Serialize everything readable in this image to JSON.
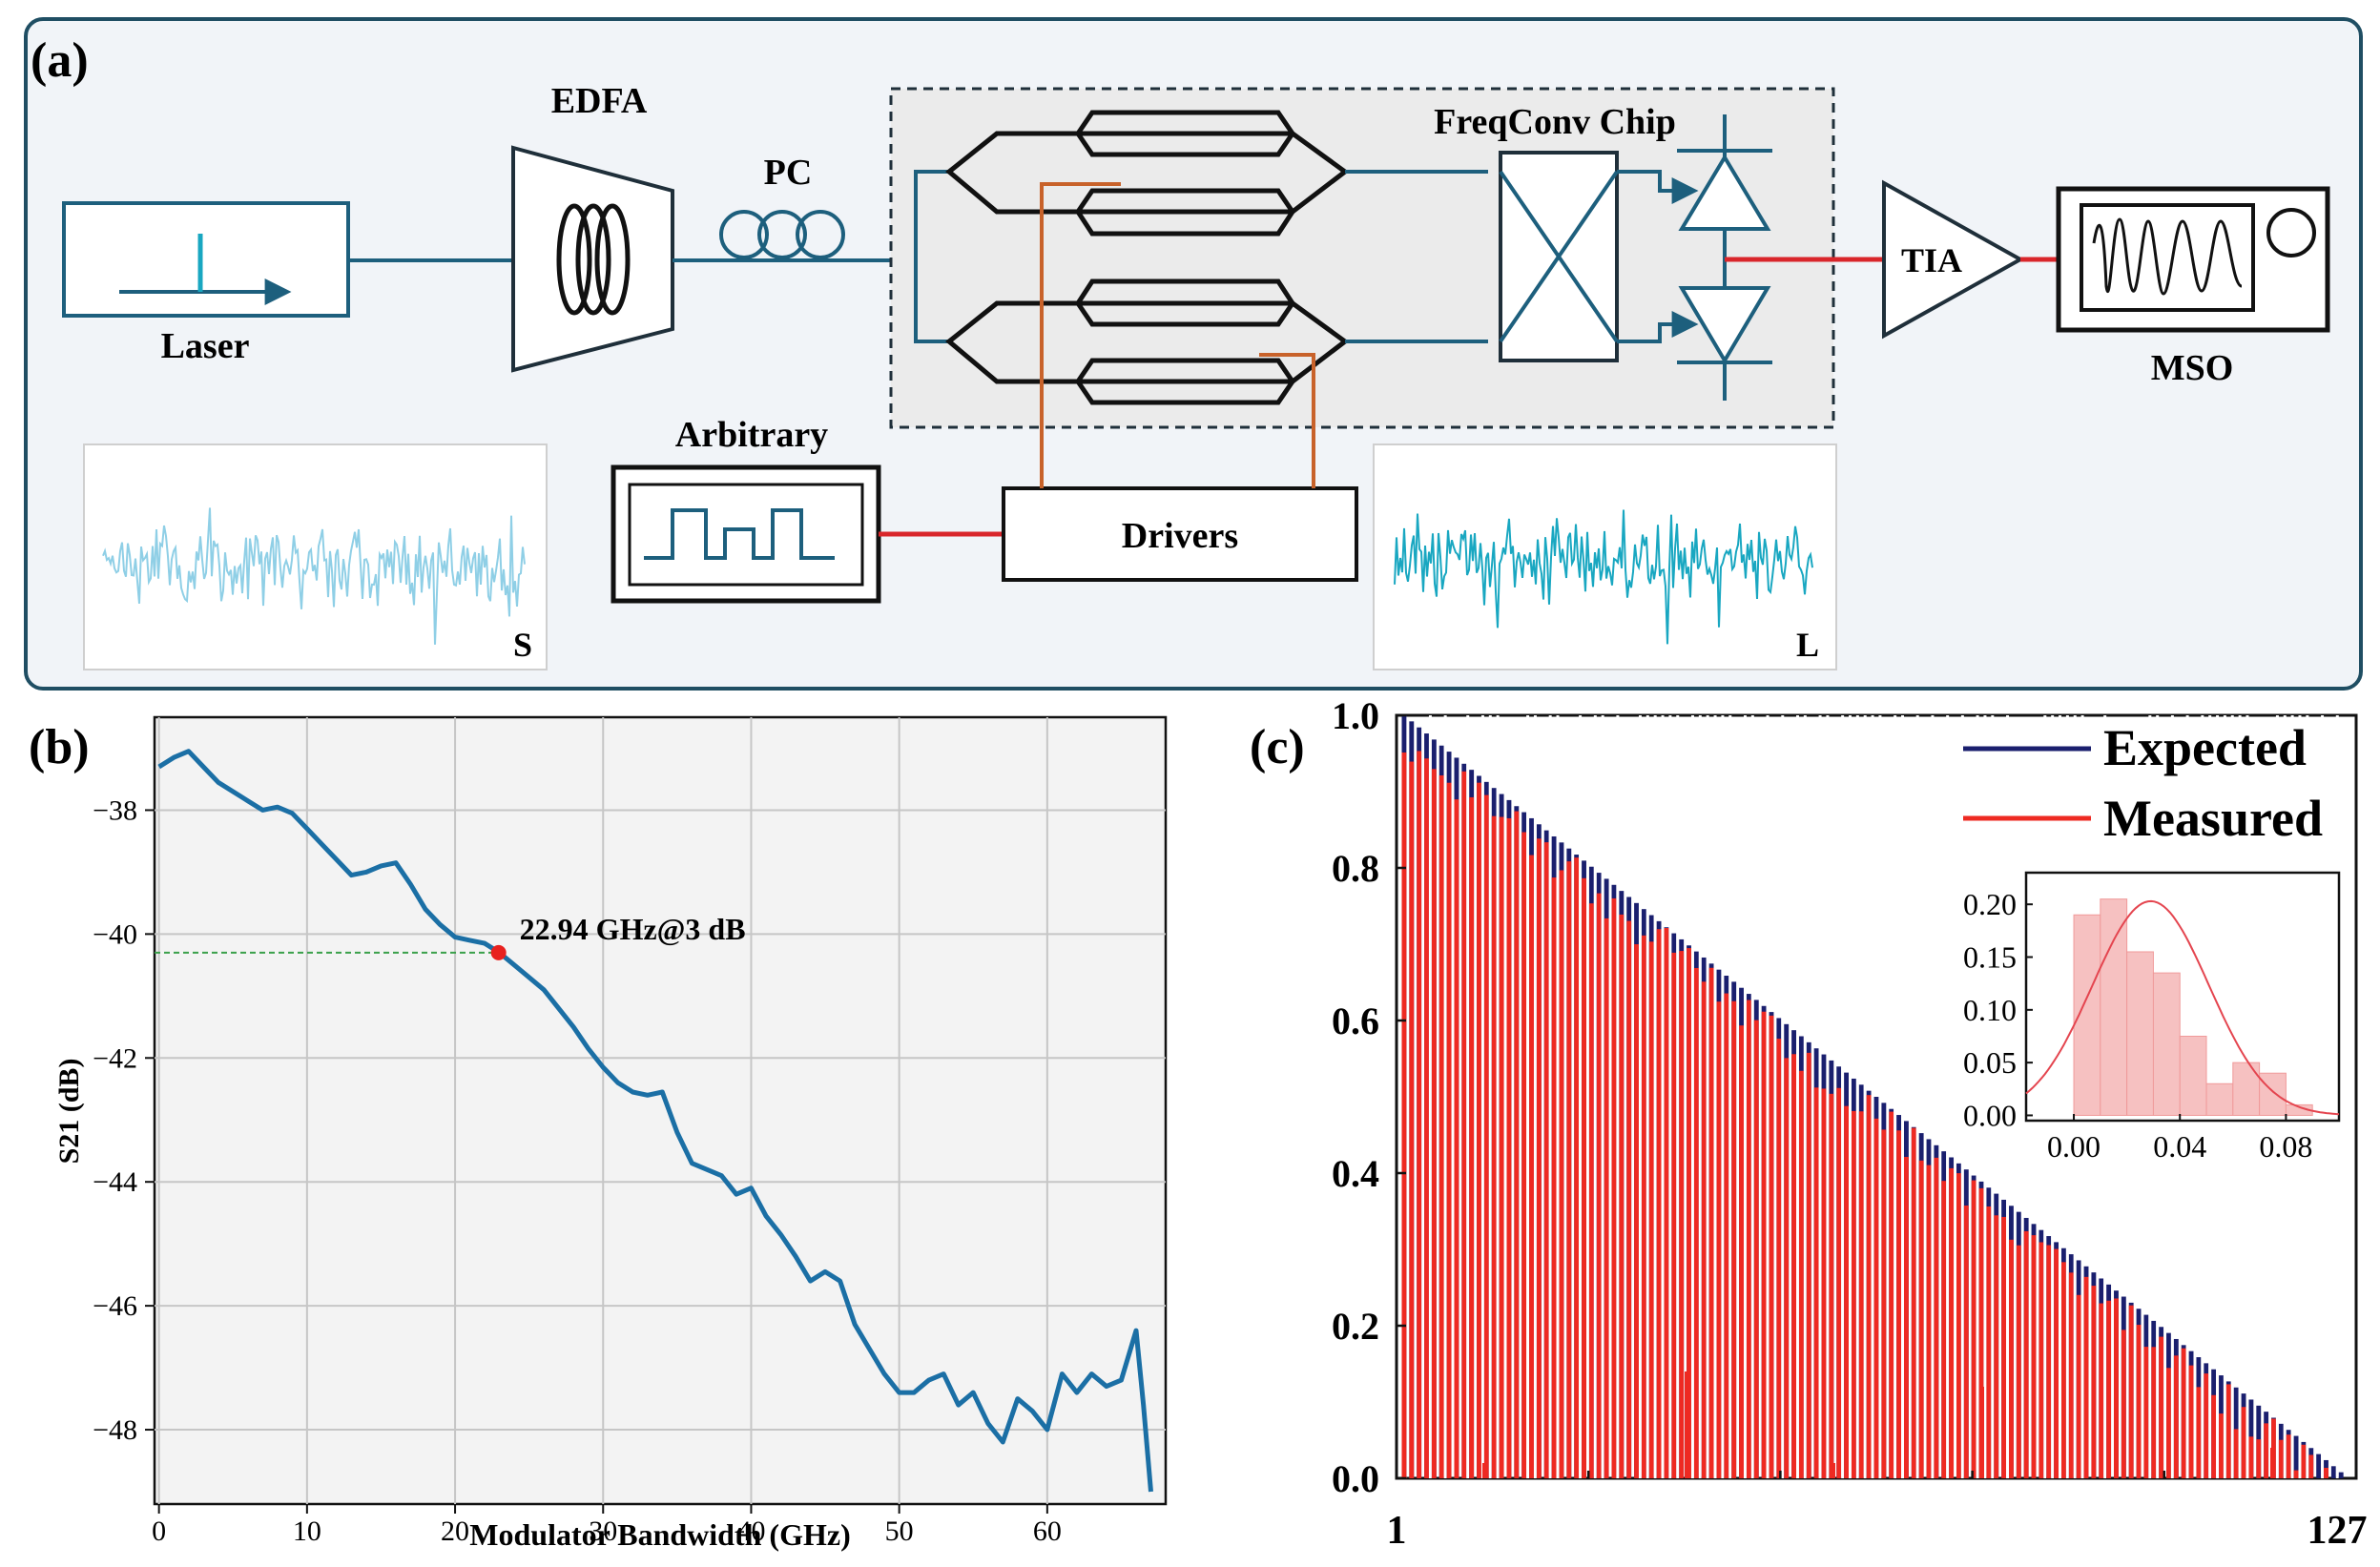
{
  "colors": {
    "panel_bg": "#f1f4f8",
    "panel_border": "#1f4e63",
    "optic": "#1d5f7d",
    "rf_red": "#d9262b",
    "drive_orange": "#c8622a",
    "noise_s": "#8fcfe6",
    "noise_l": "#19a7c1",
    "s21_line": "#1b6fa5",
    "expected": "#1a1f6e",
    "measured": "#ee2a22",
    "hist_fill": "#f6c1c1",
    "hist_line": "#e4454f"
  },
  "panel_a": {
    "label": "(a)",
    "laser": "Laser",
    "edfa": "EDFA",
    "pc": "PC",
    "chip": "FreqConv Chip",
    "arbitrary": "Arbitrary",
    "drivers": "Drivers",
    "tia": "TIA",
    "mso": "MSO",
    "signal_s": "S",
    "signal_l": "L"
  },
  "panel_b_label": "(b)",
  "panel_c_label": "(c)",
  "chart_data": [
    {
      "type": "line",
      "xlabel": "Modulator Bandwidth (GHz)",
      "ylabel": "S21 (dB)",
      "xlim": [
        -0.3,
        68
      ],
      "ylim": [
        -49.2,
        -36.5
      ],
      "xticks": [
        0,
        10,
        20,
        30,
        40,
        50,
        60
      ],
      "yticks": [
        -38,
        -40,
        -42,
        -44,
        -46,
        -48
      ],
      "ytick_labels": [
        "−38",
        "−40",
        "−42",
        "−44",
        "−46",
        "−48"
      ],
      "grid": true,
      "annotation": {
        "text": "22.94 GHz@3 dB",
        "x": 22.94,
        "y": -40.3
      },
      "x": [
        0,
        1,
        2,
        3,
        4,
        5,
        6,
        7,
        8,
        9,
        10,
        11,
        12,
        13,
        14,
        15,
        16,
        17,
        18,
        19,
        20,
        21,
        22,
        23,
        24,
        25,
        26,
        27,
        28,
        29,
        30,
        31,
        32,
        33,
        34,
        35,
        36,
        37,
        38,
        39,
        40,
        41,
        42,
        43,
        44,
        45,
        46,
        47,
        48,
        49,
        50,
        51,
        52,
        53,
        54,
        55,
        56,
        57,
        58,
        59,
        60,
        61,
        62,
        63,
        64,
        65,
        66,
        66.5,
        67
      ],
      "y": [
        -37.3,
        -37.15,
        -37.05,
        -37.3,
        -37.55,
        -37.7,
        -37.85,
        -38.0,
        -37.95,
        -38.05,
        -38.3,
        -38.55,
        -38.8,
        -39.05,
        -39.0,
        -38.9,
        -38.85,
        -39.2,
        -39.6,
        -39.85,
        -40.05,
        -40.1,
        -40.15,
        -40.3,
        -40.5,
        -40.7,
        -40.9,
        -41.2,
        -41.5,
        -41.85,
        -42.15,
        -42.4,
        -42.55,
        -42.6,
        -42.55,
        -43.2,
        -43.7,
        -43.8,
        -43.9,
        -44.2,
        -44.1,
        -44.55,
        -44.85,
        -45.2,
        -45.6,
        -45.45,
        -45.6,
        -46.3,
        -46.7,
        -47.1,
        -47.4,
        -47.4,
        -47.2,
        -47.1,
        -47.6,
        -47.4,
        -47.9,
        -48.2,
        -47.5,
        -47.7,
        -48.0,
        -47.1,
        -47.4,
        -47.1,
        -47.3,
        -47.2,
        -46.4,
        -47.6,
        -49.0
      ]
    },
    {
      "type": "bar",
      "legend": [
        "Expected",
        "Measured"
      ],
      "legend_position": "top-right",
      "series": [
        {
          "name": "Expected",
          "color": "#1a1f6e",
          "rule": "value(i) = (127 - i) / 126 for i = 1..127"
        },
        {
          "name": "Measured",
          "color": "#ee2a22",
          "rule": "approximately expected minus small errors"
        }
      ],
      "xticks_labels": [
        "1",
        "127"
      ],
      "xlim": [
        1,
        127
      ],
      "ylim": [
        0,
        1
      ],
      "yticks": [
        "0.0",
        "0.2",
        "0.4",
        "0.6",
        "0.8",
        "1.0"
      ],
      "inset": {
        "type": "histogram",
        "xticks": [
          "0.00",
          "0.04",
          "0.08"
        ],
        "yticks": [
          "0.00",
          "0.05",
          "0.10",
          "0.15",
          "0.20"
        ],
        "bins": [
          0.0,
          0.01,
          0.02,
          0.03,
          0.04,
          0.05,
          0.06,
          0.07,
          0.08,
          0.09
        ],
        "heights": [
          0.19,
          0.205,
          0.155,
          0.135,
          0.075,
          0.03,
          0.05,
          0.04,
          0.01
        ],
        "gaussian": {
          "mean": 0.029,
          "sd": 0.022,
          "peak": 0.203
        }
      }
    }
  ]
}
